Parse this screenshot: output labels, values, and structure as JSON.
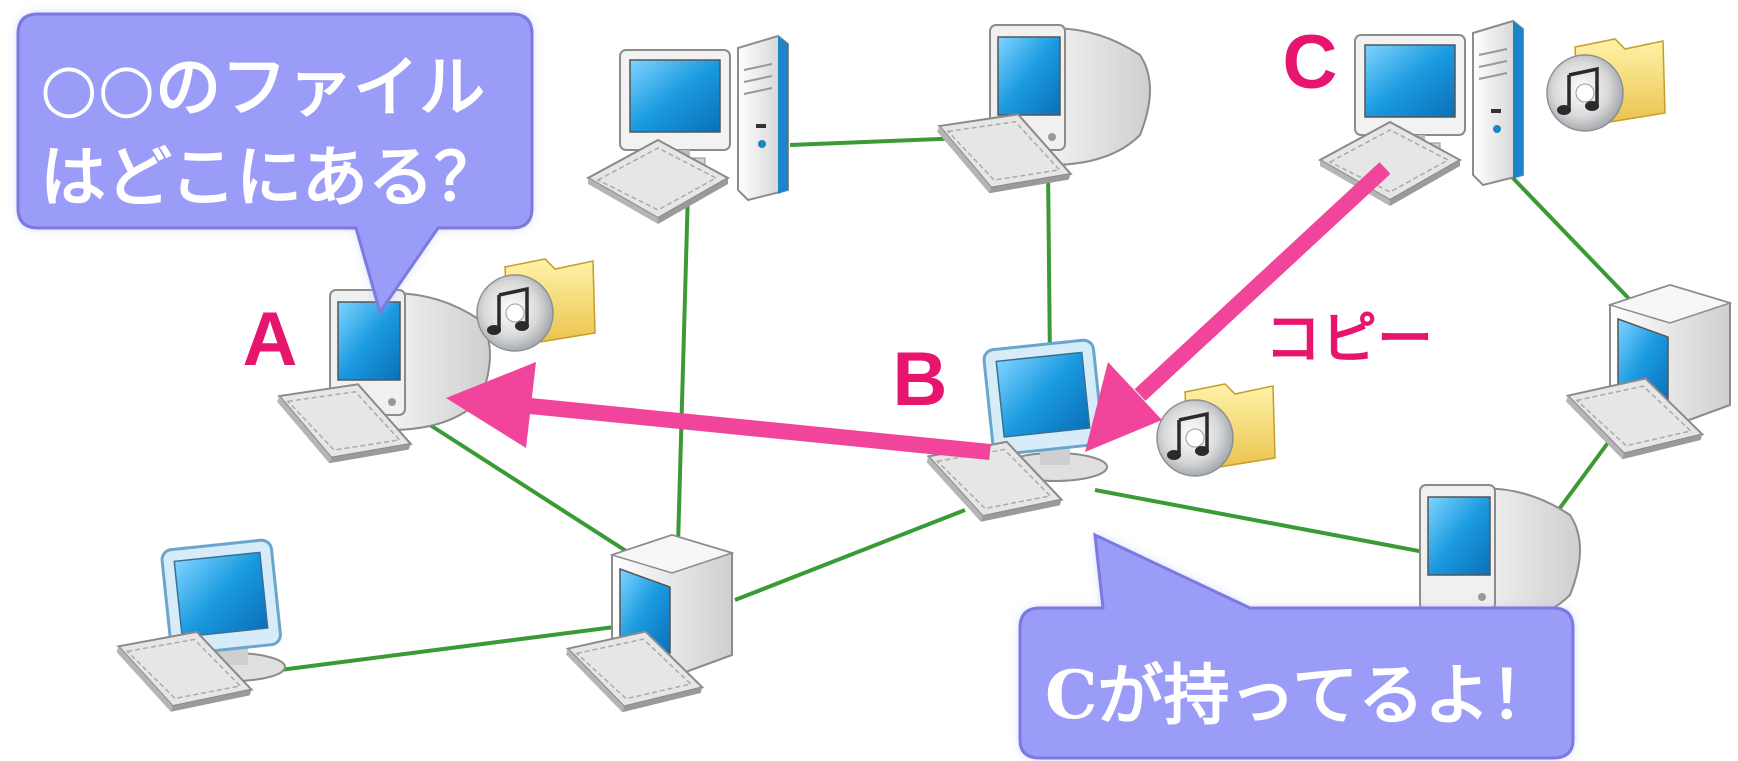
{
  "bubbles": {
    "question_line1": "○○のファイル",
    "question_line2": "はどこにある？",
    "answer": "Cが持ってるよ！"
  },
  "labels": {
    "a": "A",
    "b": "B",
    "c": "C",
    "copy": "コピー"
  },
  "colors": {
    "bubble_fill": "#9b9bf8",
    "bubble_stroke": "#7a7ae0",
    "label": "#e8156f",
    "arrow": "#f0459a",
    "link": "#3a9a36",
    "screen": "#1a9ae0"
  },
  "icons": [
    "desktop-computer-icon",
    "crt-computer-icon",
    "imac-computer-icon",
    "music-folder-icon"
  ]
}
